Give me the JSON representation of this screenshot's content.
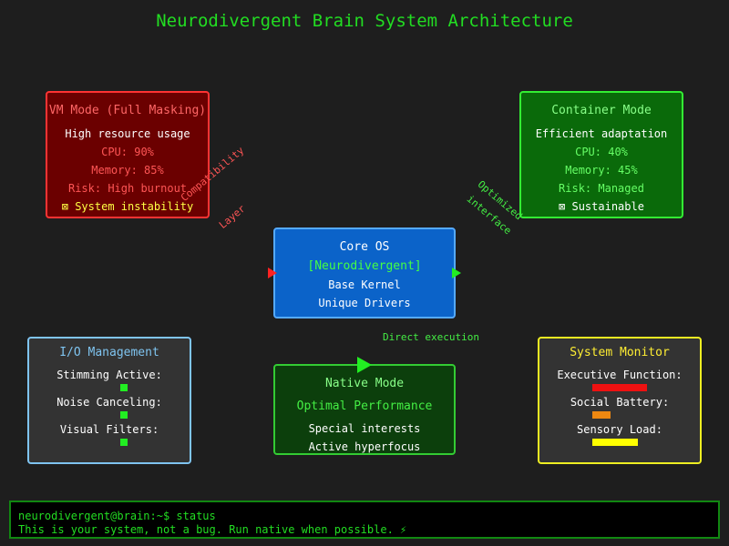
{
  "title": "Neurodivergent Brain System Architecture",
  "vm": {
    "title": "VM Mode (Full Masking)",
    "desc": "High resource usage",
    "cpu": "CPU: 90%",
    "memory": "Memory: 85%",
    "risk": "Risk: High burnout",
    "status": "⊠ System instability"
  },
  "container": {
    "title": "Container Mode",
    "desc": "Efficient adaptation",
    "cpu": "CPU: 40%",
    "memory": "Memory: 45%",
    "risk": "Risk: Managed",
    "status": "⊠ Sustainable"
  },
  "core": {
    "title": "Core OS",
    "subtitle": "[Neurodivergent]",
    "line1": "Base Kernel",
    "line2": "Unique Drivers"
  },
  "io": {
    "title": "I/O Management",
    "items": [
      "Stimming Active:",
      "Noise Canceling:",
      "Visual Filters:"
    ]
  },
  "native": {
    "title": "Native Mode",
    "subtitle": "Optimal Performance",
    "line1": "Special interests",
    "line2": "Active hyperfocus"
  },
  "monitor": {
    "title": "System Monitor",
    "metrics": [
      {
        "label": "Executive Function:",
        "level": 0.6,
        "color": "#ee1111"
      },
      {
        "label": "Social Battery:",
        "level": 0.2,
        "color": "#ee8811"
      },
      {
        "label": "Sensory Load:",
        "level": 0.5,
        "color": "#ffff00"
      }
    ]
  },
  "connectors": {
    "compat_1": "Compatibility",
    "compat_2": "Layer",
    "opt_1": "Optimized",
    "opt_2": "interface",
    "direct": "Direct execution"
  },
  "terminal": {
    "prompt": "neurodivergent@brain:~$ status",
    "message": "This is your system, not a bug. Run native when possible. ⚡"
  }
}
